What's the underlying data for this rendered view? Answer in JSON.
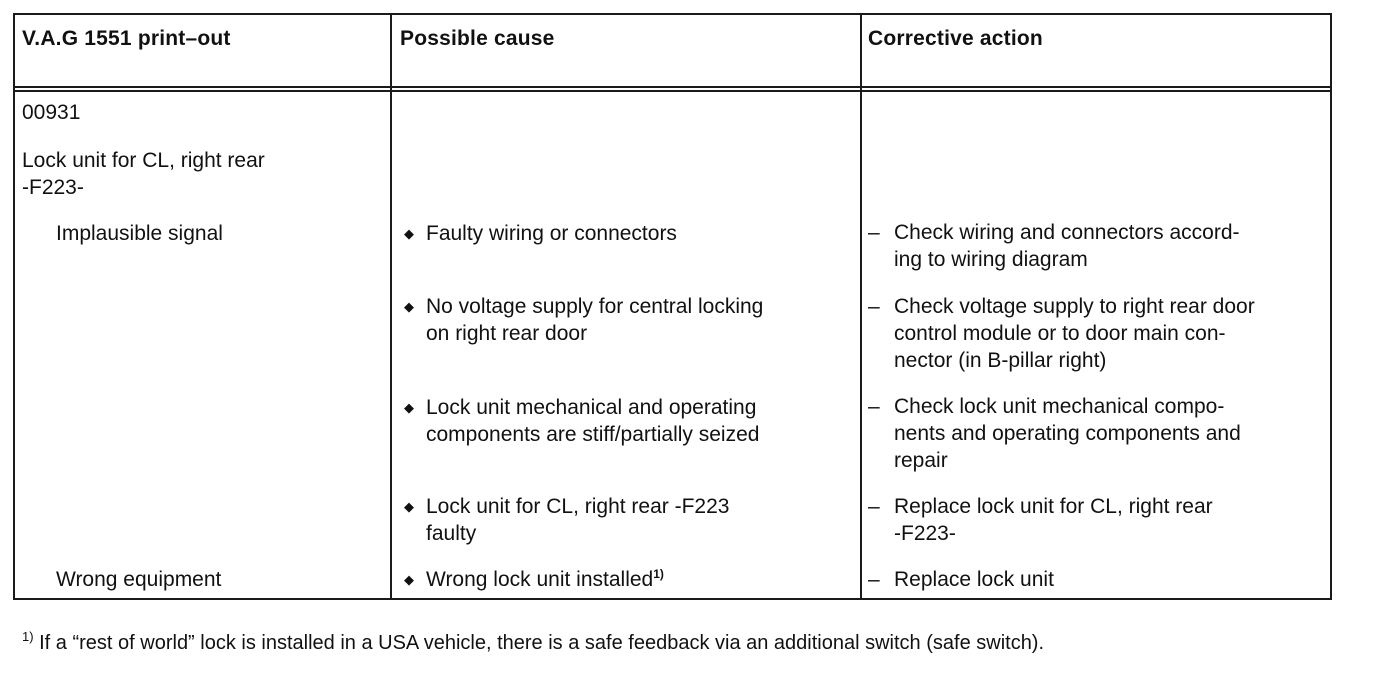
{
  "table": {
    "headers": [
      "V.A.G 1551 print–out",
      "Possible cause",
      "Corrective action"
    ],
    "fault_code": "00931",
    "component_line1": "Lock unit for CL, right rear",
    "component_line2": "-F223-",
    "conditions": [
      "Implausible signal",
      "Wrong equipment"
    ],
    "rows": [
      {
        "cause": [
          "Faulty wiring or connectors"
        ],
        "action": [
          "Check wiring and connectors accord-",
          "ing to wiring diagram"
        ]
      },
      {
        "cause": [
          "No voltage supply for central locking",
          "on right rear door"
        ],
        "action": [
          "Check voltage supply to right rear door",
          "control module or to door main con-",
          "nector (in B-pillar right)"
        ]
      },
      {
        "cause": [
          "Lock unit mechanical and operating",
          "components are stiff/partially seized"
        ],
        "action": [
          "Check lock unit mechanical compo-",
          "nents and operating components and",
          "repair"
        ]
      },
      {
        "cause": [
          "Lock unit for CL, right rear -F223",
          "faulty"
        ],
        "action": [
          "Replace lock unit for CL, right rear",
          "-F223-"
        ]
      },
      {
        "cause": [
          "Wrong lock unit installed"
        ],
        "cause_footnote_mark": "1)",
        "action": [
          "Replace lock unit"
        ]
      }
    ],
    "bullet_symbol": "◆",
    "dash_symbol": "–"
  },
  "footnote": {
    "mark": "1)",
    "text": "If a “rest of world” lock is installed in a USA vehicle, there is a safe feedback via an additional switch (safe switch)."
  }
}
